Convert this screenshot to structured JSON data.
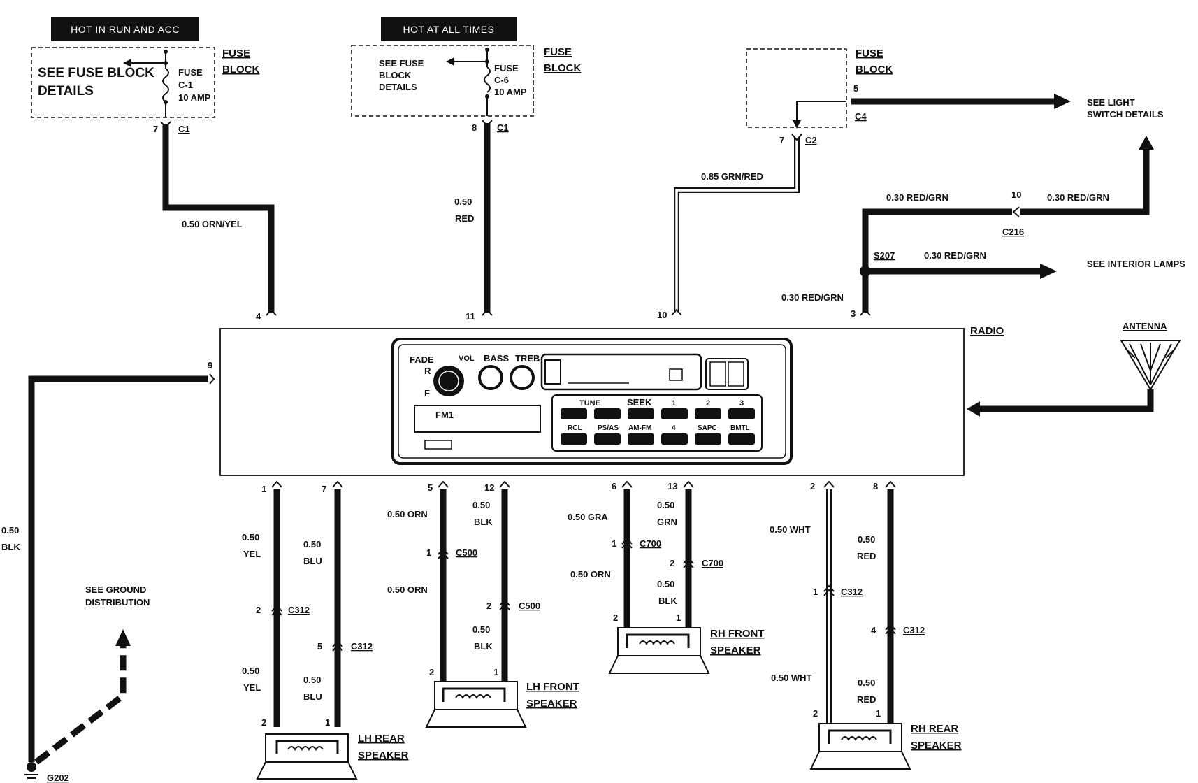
{
  "headers": {
    "hot_run_acc": "HOT IN RUN AND ACC",
    "hot_all_times": "HOT AT ALL TIMES"
  },
  "fuse_block_1": {
    "title_a": "FUSE",
    "title_b": "BLOCK",
    "see_a": "SEE FUSE BLOCK",
    "see_b": "DETAILS",
    "fuse_a": "FUSE",
    "fuse_b": "C-1",
    "fuse_c": "10 AMP",
    "pin": "7",
    "conn": "C1"
  },
  "fuse_block_2": {
    "title_a": "FUSE",
    "title_b": "BLOCK",
    "see_a": "SEE FUSE",
    "see_b": "BLOCK",
    "see_c": "DETAILS",
    "fuse_a": "FUSE",
    "fuse_b": "C-6",
    "fuse_c": "10 AMP",
    "pin": "8",
    "conn": "C1"
  },
  "fuse_block_3": {
    "title_a": "FUSE",
    "title_b": "BLOCK",
    "pin_c2": "7",
    "conn_c2": "C2",
    "pin_c4": "5",
    "conn_c4": "C4"
  },
  "light_switch": {
    "line_a": "SEE LIGHT",
    "line_b": "SWITCH DETAILS"
  },
  "interior_lamps": "SEE INTERIOR LAMPS",
  "splice": "S207",
  "c216": {
    "conn": "C216",
    "pin": "10"
  },
  "wires": {
    "orn_yel": "0.50 ORN/YEL",
    "red_top_a": "0.50",
    "red_top_b": "RED",
    "grn_red": "0.85 GRN/RED",
    "red_grn_1": "0.30 RED/GRN",
    "red_grn_2": "0.30 RED/GRN",
    "red_grn_3": "0.30 RED/GRN",
    "red_grn_4": "0.30 RED/GRN",
    "blk_gnd_a": "0.50",
    "blk_gnd_b": "BLK"
  },
  "radio": {
    "label": "RADIO",
    "pins_top": [
      "4",
      "11",
      "10",
      "3"
    ],
    "pin_ground": "9",
    "display": "FM1",
    "knob_labels": {
      "fade": "FADE",
      "vol": "VOL",
      "bass": "BASS",
      "treb": "TREB",
      "r": "R",
      "f": "F"
    },
    "buttons_top": [
      "TUNE",
      "SEEK",
      "1",
      "2",
      "3"
    ],
    "buttons_bottom": [
      "RCL",
      "PS/AS",
      "AM-FM",
      "4",
      "SAPC",
      "BMTL"
    ]
  },
  "antenna": "ANTENNA",
  "ground": {
    "see_a": "SEE GROUND",
    "see_b": "DISTRIBUTION",
    "id": "G202"
  },
  "lh_rear": {
    "pin_a": "1",
    "pin_b": "7",
    "w1_a": "0.50",
    "w1_b": "YEL",
    "w2_a": "0.50",
    "w2_b": "BLU",
    "c_pin_a": "2",
    "c_a": "C312",
    "c_pin_b": "5",
    "c_b": "C312",
    "w3_a": "0.50",
    "w3_b": "YEL",
    "w4_a": "0.50",
    "w4_b": "BLU",
    "sp_pin_a": "2",
    "sp_pin_b": "1",
    "label_a": "LH REAR",
    "label_b": "SPEAKER"
  },
  "lh_front": {
    "pin_a": "5",
    "pin_b": "12",
    "w1": "0.50 ORN",
    "w2_a": "0.50",
    "w2_b": "BLK",
    "c_pin_a": "1",
    "c_a": "C500",
    "c_pin_b": "2",
    "c_b": "C500",
    "w3": "0.50 ORN",
    "w4_a": "0.50",
    "w4_b": "BLK",
    "sp_pin_a": "2",
    "sp_pin_b": "1",
    "label_a": "LH FRONT",
    "label_b": "SPEAKER"
  },
  "rh_front": {
    "pin_a": "6",
    "pin_b": "13",
    "w1": "0.50 GRA",
    "w2_a": "0.50",
    "w2_b": "GRN",
    "c_pin_a": "1",
    "c_a": "C700",
    "c_pin_b": "2",
    "c_b": "C700",
    "w3": "0.50 ORN",
    "w4_a": "0.50",
    "w4_b": "BLK",
    "sp_pin_a": "2",
    "sp_pin_b": "1",
    "label_a": "RH FRONT",
    "label_b": "SPEAKER"
  },
  "rh_rear": {
    "pin_a": "2",
    "pin_b": "8",
    "w1": "0.50 WHT",
    "w2_a": "0.50",
    "w2_b": "RED",
    "c_pin_a": "1",
    "c_a": "C312",
    "c_pin_b": "4",
    "c_b": "C312",
    "w3": "0.50 WHT",
    "w4_a": "0.50",
    "w4_b": "RED",
    "sp_pin_a": "2",
    "sp_pin_b": "1",
    "label_a": "RH REAR",
    "label_b": "SPEAKER"
  }
}
